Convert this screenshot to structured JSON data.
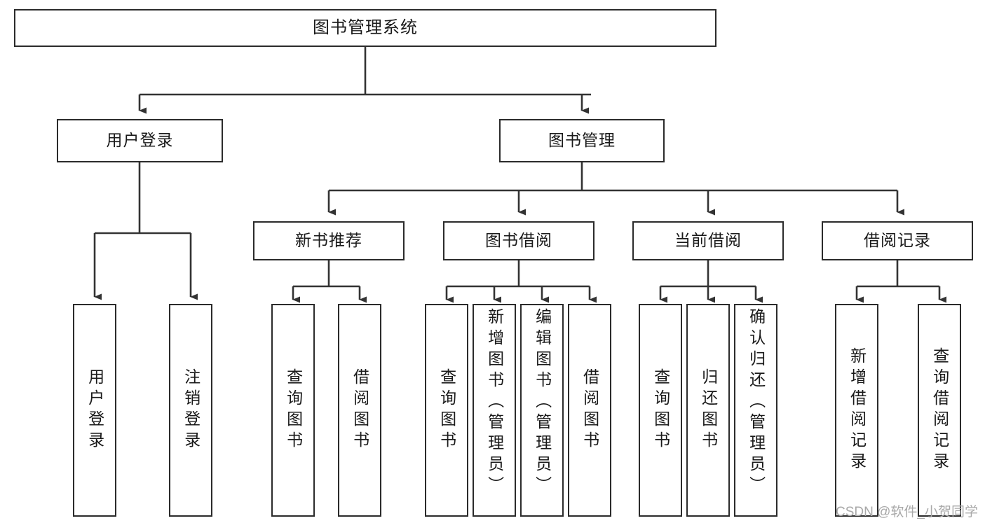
{
  "diagram": {
    "type": "tree-hierarchy",
    "title": "图书管理系统",
    "watermark": "CSDN @软件_小贺同学",
    "colors": {
      "box_border": "#2b2b2b",
      "box_fill": "#ffffff",
      "connector": "#333333",
      "text": "#1a1a1a",
      "watermark": "#a8a8a8"
    },
    "root": {
      "label": "图书管理系统"
    },
    "level2": [
      {
        "id": "user-login",
        "label": "用户登录"
      },
      {
        "id": "book-manage",
        "label": "图书管理"
      }
    ],
    "level3": [
      {
        "id": "new-book-recommend",
        "label": "新书推荐"
      },
      {
        "id": "book-borrow",
        "label": "图书借阅"
      },
      {
        "id": "current-borrow",
        "label": "当前借阅"
      },
      {
        "id": "borrow-record",
        "label": "借阅记录"
      }
    ],
    "leaves": {
      "user_login": [
        {
          "id": "leaf-user-login",
          "label": "用户登录"
        },
        {
          "id": "leaf-logout-login",
          "label": "注销登录"
        }
      ],
      "new_book_recommend": [
        {
          "id": "leaf-query-book-1",
          "label": "查询图书"
        },
        {
          "id": "leaf-borrow-book-1",
          "label": "借阅图书"
        }
      ],
      "book_borrow": [
        {
          "id": "leaf-query-book-2",
          "label": "查询图书"
        },
        {
          "id": "leaf-add-book",
          "label": "新增图书（管理员）"
        },
        {
          "id": "leaf-edit-book",
          "label": "编辑图书（管理员）"
        },
        {
          "id": "leaf-borrow-book-2",
          "label": "借阅图书"
        }
      ],
      "current_borrow": [
        {
          "id": "leaf-query-book-3",
          "label": "查询图书"
        },
        {
          "id": "leaf-return-book",
          "label": "归还图书"
        },
        {
          "id": "leaf-confirm-return",
          "label": "确认归还（管理员）"
        }
      ],
      "borrow_record": [
        {
          "id": "leaf-add-record",
          "label": "新增借阅记录"
        },
        {
          "id": "leaf-query-record",
          "label": "查询借阅记录"
        }
      ]
    }
  }
}
